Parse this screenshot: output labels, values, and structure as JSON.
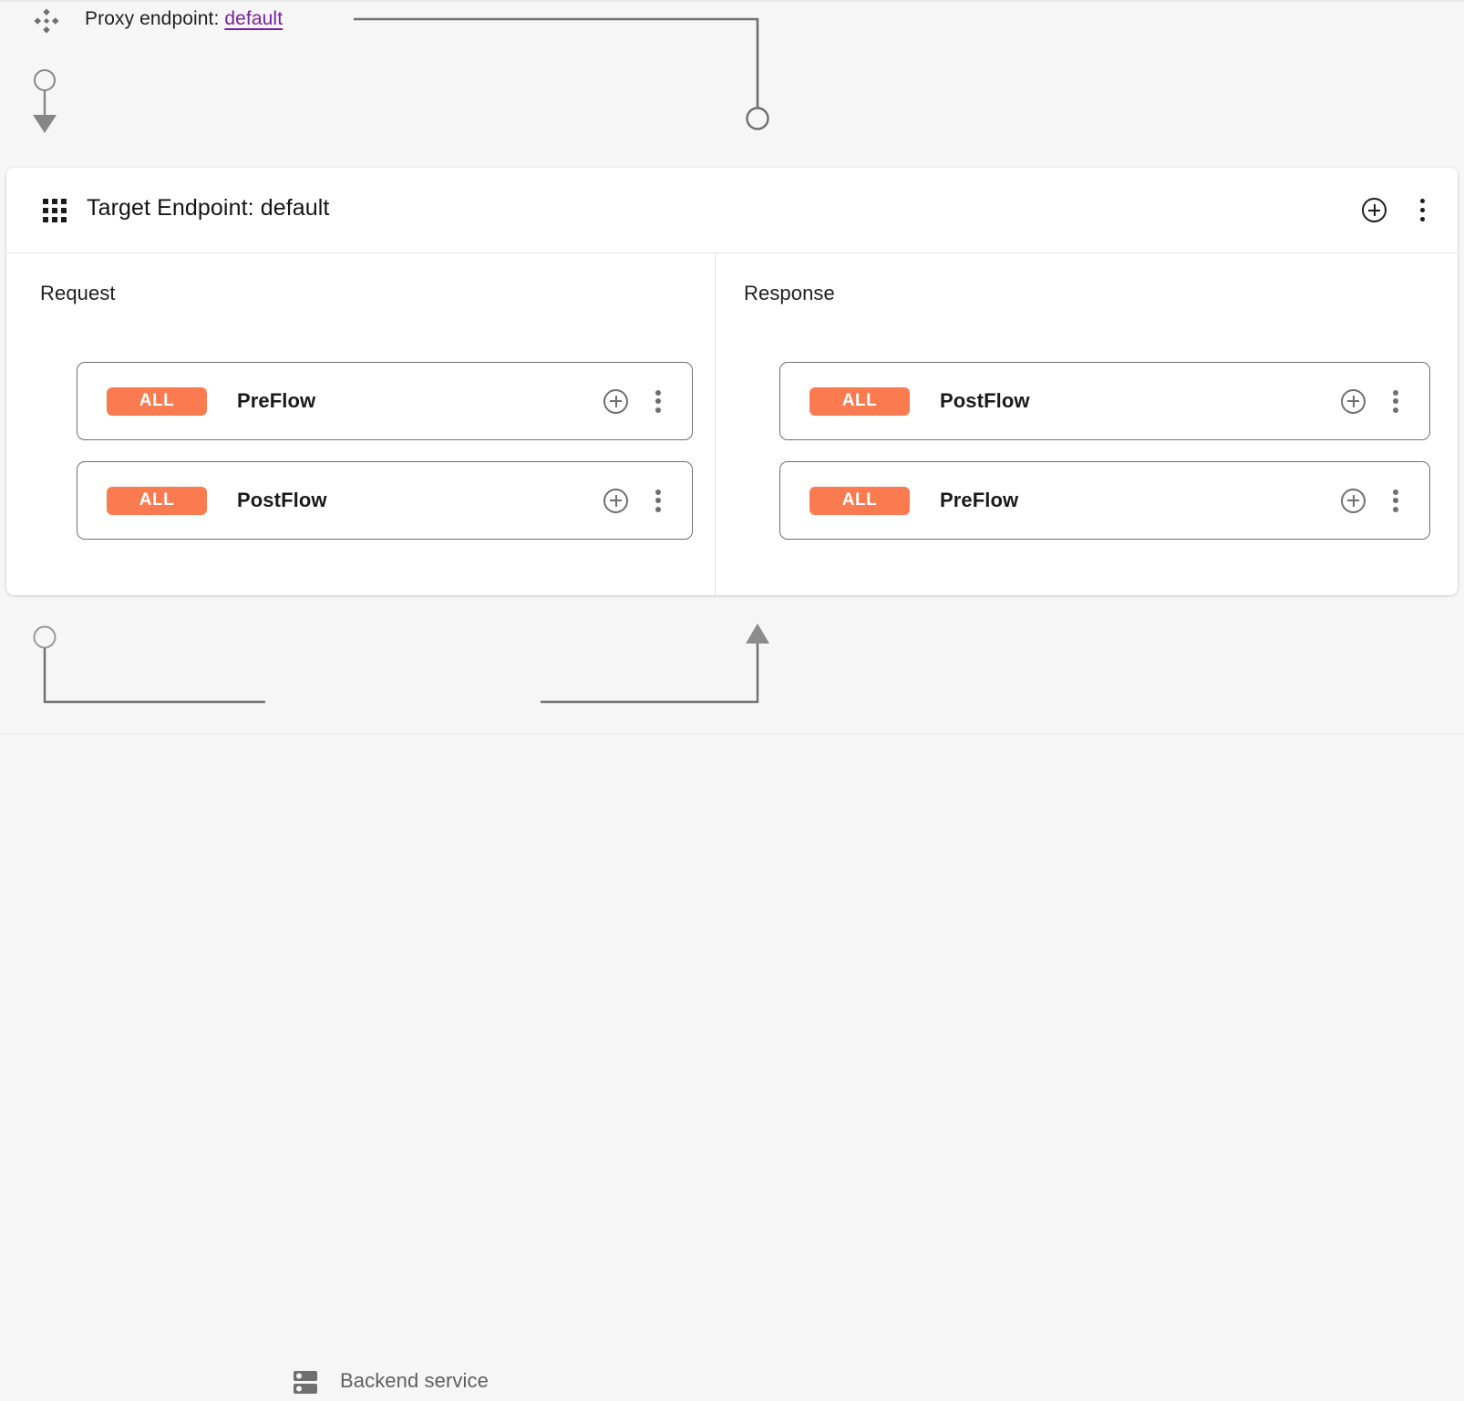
{
  "proxy": {
    "icon": "hub-diamond-icon",
    "label_prefix": "Proxy endpoint:",
    "endpoint_name": "default",
    "link_color": "#7b1fa2"
  },
  "endpoint_card": {
    "icon": "grid-apps-icon",
    "title": "Target Endpoint: default",
    "header_actions": {
      "add_label": "add-policy",
      "menu_label": "more-options"
    },
    "columns": [
      {
        "title": "Request",
        "direction": "down",
        "rows": [
          {
            "badge": "ALL",
            "name": "PreFlow"
          },
          {
            "badge": "ALL",
            "name": "PostFlow"
          }
        ]
      },
      {
        "title": "Response",
        "direction": "up",
        "rows": [
          {
            "badge": "ALL",
            "name": "PostFlow"
          },
          {
            "badge": "ALL",
            "name": "PreFlow"
          }
        ]
      }
    ]
  },
  "backend": {
    "icon": "server-rack-icon",
    "label": "Backend service"
  },
  "colors": {
    "badge_orange": "#fa7b50",
    "wire_gray": "#6f6f6f",
    "page_bg": "#f6f6f6",
    "card_bg": "#ffffff",
    "link_purple": "#7b1fa2"
  }
}
